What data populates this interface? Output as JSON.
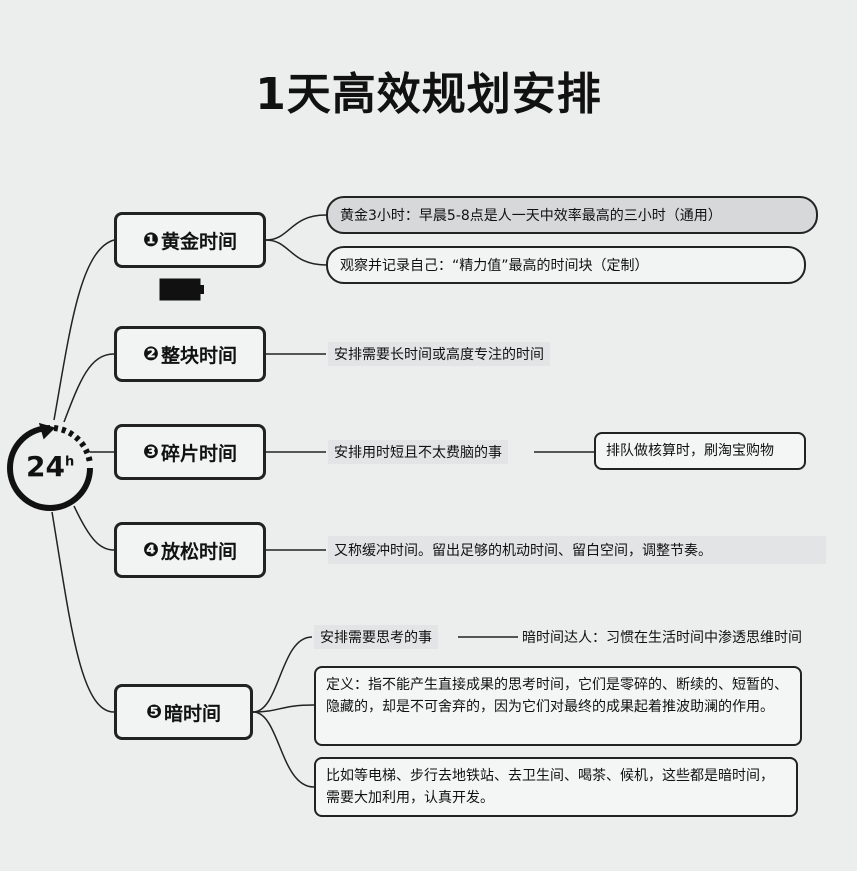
{
  "title": "1天高效规划安排",
  "clock": {
    "label": "24",
    "sup": "h"
  },
  "branches": [
    {
      "num": "❶",
      "label": "黄金时间",
      "items": [
        "黄金3小时：早晨5-8点是人一天中效率最高的三小时（通用）",
        "观察并记录自己：“精力值”最高的时间块（定制）"
      ]
    },
    {
      "num": "❷",
      "label": "整块时间",
      "items": [
        "安排需要长时间或高度专注的时间"
      ]
    },
    {
      "num": "❸",
      "label": "碎片时间",
      "items": [
        "安排用时短且不太费脑的事",
        "排队做核算时，刷淘宝购物"
      ]
    },
    {
      "num": "❹",
      "label": "放松时间",
      "items": [
        "又称缓冲时间。留出足够的机动时间、留白空间，调整节奏。"
      ]
    },
    {
      "num": "❺",
      "label": "暗时间",
      "items": [
        "安排需要思考的事",
        "暗时间达人：习惯在生活时间中渗透思维时间",
        "定义：指不能产生直接成果的思考时间，它们是零碎的、断续的、短暂的、隐藏的，却是不可舍弃的，因为它们对最终的成果起着推波助澜的作用。",
        "比如等电梯、步行去地铁站、去卫生间、喝茶、候机，这些都是暗时间，需要大加利用，认真开发。"
      ]
    }
  ]
}
